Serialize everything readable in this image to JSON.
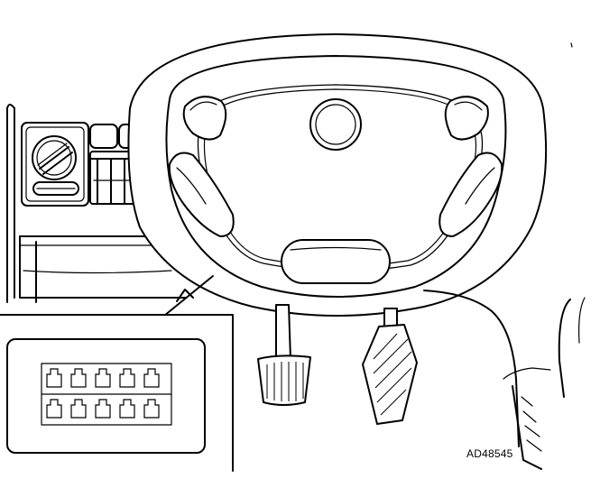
{
  "figure": {
    "reference_code": "AD48545",
    "diagnostic_connector": {
      "pin_rows": 2,
      "pins_per_row": 5
    }
  }
}
